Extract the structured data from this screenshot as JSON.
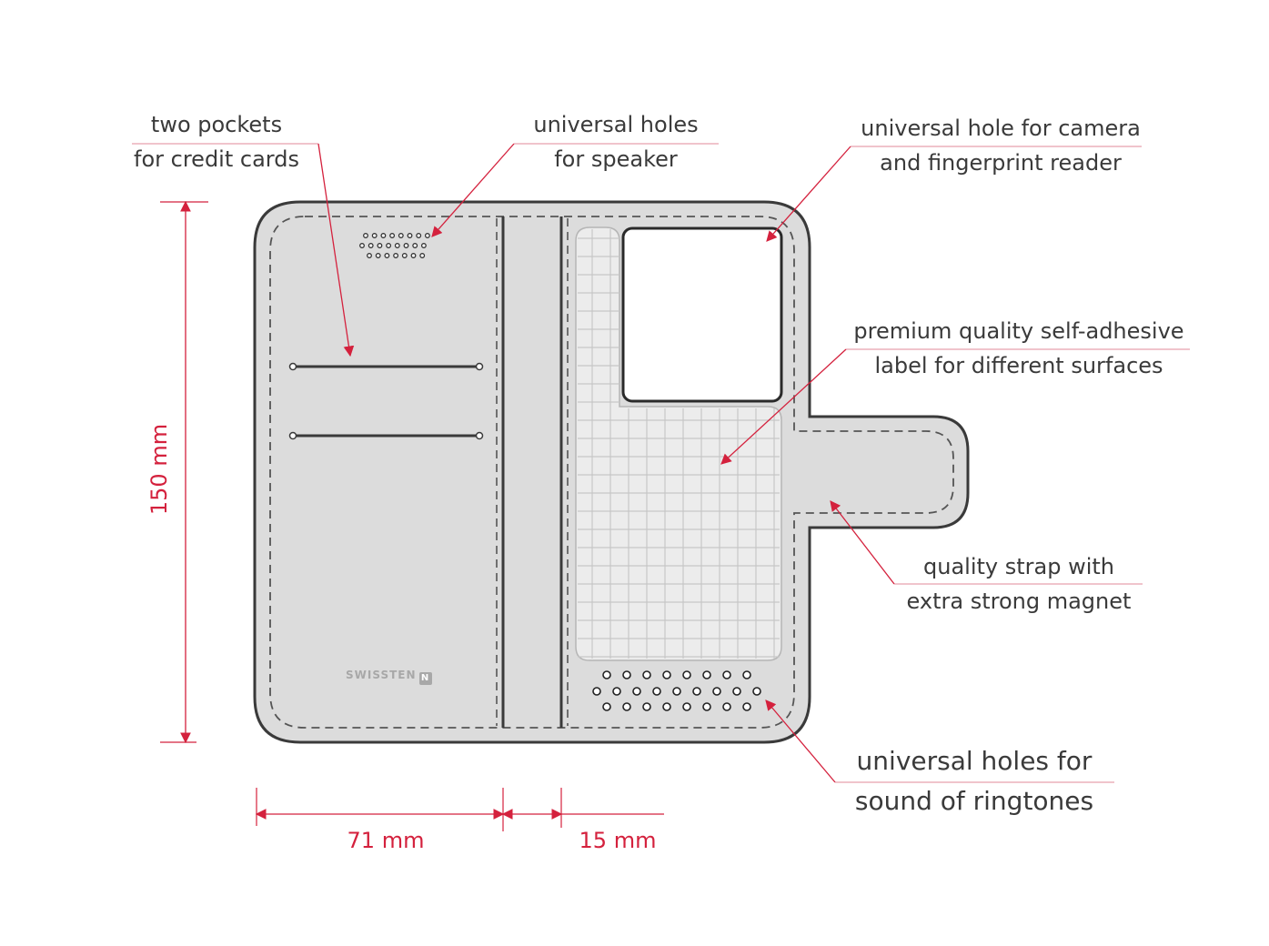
{
  "labels": {
    "pockets_line1": "two pockets",
    "pockets_line2": "for credit cards",
    "speaker_line1": "universal holes",
    "speaker_line2": "for speaker",
    "camera_line1": "universal hole for camera",
    "camera_line2": "and fingerprint reader",
    "label_line1": "premium quality self-adhesive",
    "label_line2": "label for different surfaces",
    "strap_line1": "quality strap with",
    "strap_line2": "extra strong magnet",
    "ringtone_line1": "universal holes for",
    "ringtone_line2": "sound of ringtones"
  },
  "dimensions": {
    "height": "150 mm",
    "width": "71 mm",
    "spine": "15 mm"
  },
  "brand": {
    "name": "SWISSTEN",
    "badge": "N"
  },
  "colors": {
    "accent": "#d4213d",
    "case_fill": "#dcdcdc",
    "outline": "#3a3a3a"
  }
}
